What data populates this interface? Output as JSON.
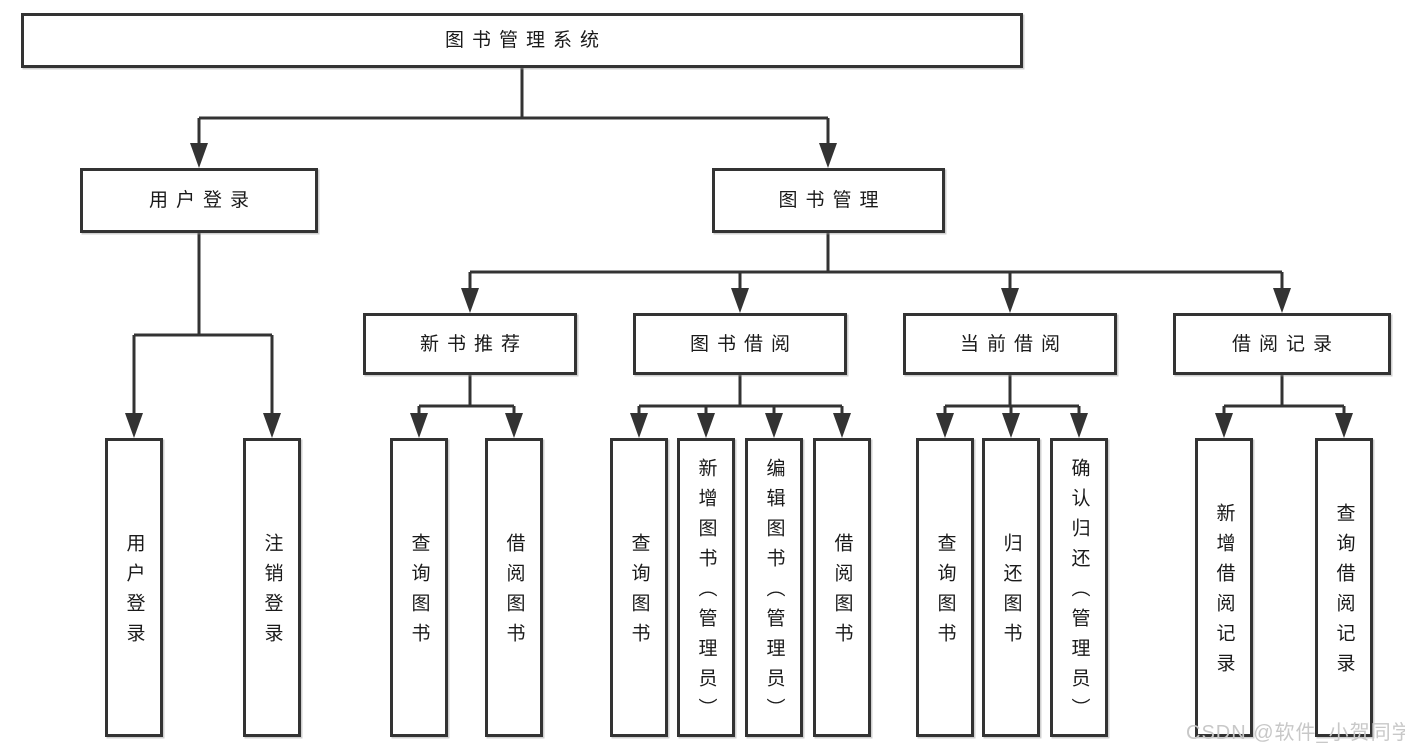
{
  "diagram_title": "图书管理系统",
  "watermark": "CSDN @软件_小贺同学",
  "colors": {
    "line": "#333333",
    "box_border": "#333333",
    "box_fill": "#ffffff",
    "text": "#1a1a1a",
    "watermark": "#c8c8c8",
    "background": "#ffffff"
  },
  "nodes": {
    "root": {
      "label": "图书管理系统"
    },
    "level2": [
      {
        "label": "用户登录"
      },
      {
        "label": "图书管理"
      }
    ],
    "level3": [
      {
        "label": "新书推荐"
      },
      {
        "label": "图书借阅"
      },
      {
        "label": "当前借阅"
      },
      {
        "label": "借阅记录"
      }
    ],
    "leaves": {
      "user_login": [
        "用户登录",
        "注销登录"
      ],
      "new_book_recommend": [
        "查询图书",
        "借阅图书"
      ],
      "book_borrow": [
        "查询图书",
        "新增图书（管理员）",
        "编辑图书（管理员）",
        "借阅图书"
      ],
      "current_borrow": [
        "查询图书",
        "归还图书",
        "确认归还（管理员）"
      ],
      "borrow_records": [
        "新增借阅记录",
        "查询借阅记录"
      ]
    }
  }
}
